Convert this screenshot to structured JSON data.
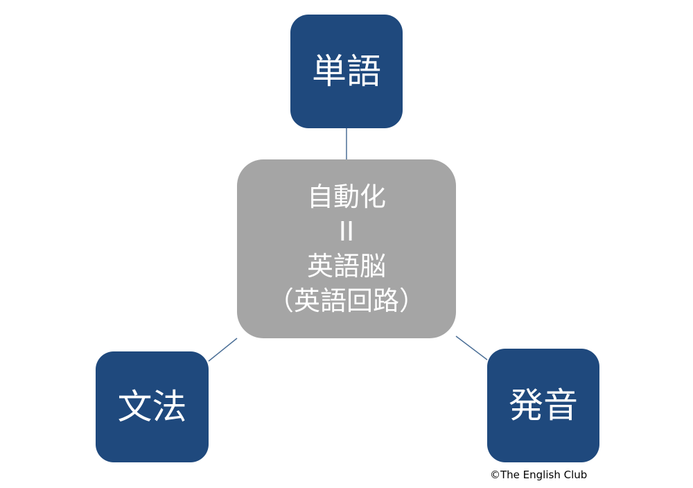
{
  "diagram": {
    "nodes": {
      "top": {
        "label": "単語",
        "color": "#1f497d"
      },
      "left": {
        "label": "文法",
        "color": "#1f497d"
      },
      "right": {
        "label": "発音",
        "color": "#1f497d"
      },
      "center": {
        "lines": [
          "自動化",
          "II",
          "英語脳",
          "（英語回路）"
        ],
        "color": "#a5a5a5"
      }
    },
    "connector_color": "#4a6e96"
  },
  "footer": {
    "copyright": "©The English Club"
  }
}
